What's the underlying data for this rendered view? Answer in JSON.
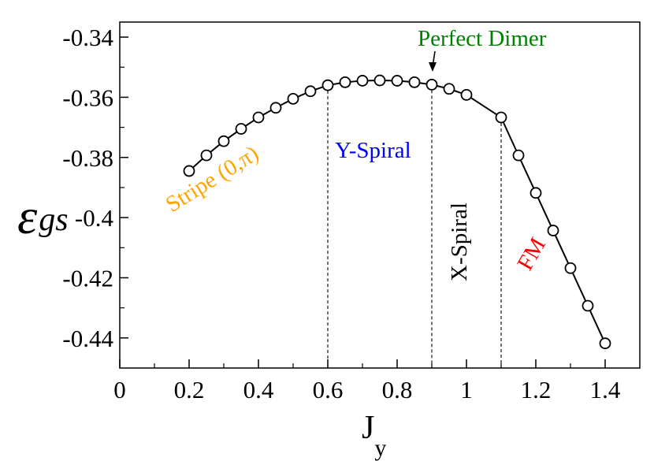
{
  "chart_data": {
    "type": "line",
    "xlabel": {
      "main": "J",
      "sub": "y"
    },
    "ylabel": {
      "main": "ε",
      "sub": "gs"
    },
    "xlim": [
      0,
      1.5
    ],
    "ylim": [
      -0.45,
      -0.335
    ],
    "xticks": [
      0,
      0.2,
      0.4,
      0.6,
      0.8,
      1,
      1.2,
      1.4
    ],
    "xtick_labels": [
      "0",
      "0.2",
      "0.4",
      "0.6",
      "0.8",
      "1",
      "1.2",
      "1.4"
    ],
    "yticks": [
      -0.44,
      -0.42,
      -0.4,
      -0.38,
      -0.36,
      -0.34
    ],
    "ytick_labels": [
      "-0.44",
      "-0.42",
      "-0.4",
      "-0.38",
      "-0.36",
      "-0.34"
    ],
    "series": [
      {
        "x": [
          0.2,
          0.25,
          0.3,
          0.35,
          0.4,
          0.45,
          0.5,
          0.55,
          0.6,
          0.65,
          0.7,
          0.75,
          0.8,
          0.85,
          0.9,
          0.95,
          1.0,
          1.1,
          1.15,
          1.2,
          1.25,
          1.3,
          1.35,
          1.4
        ],
        "y": [
          -0.3845,
          -0.3793,
          -0.3746,
          -0.3705,
          -0.3667,
          -0.3635,
          -0.3605,
          -0.358,
          -0.356,
          -0.355,
          -0.3545,
          -0.3544,
          -0.3545,
          -0.355,
          -0.3558,
          -0.3572,
          -0.3592,
          -0.3667,
          -0.3793,
          -0.3918,
          -0.4043,
          -0.4168,
          -0.4293,
          -0.4418
        ],
        "marker": "open-circle",
        "color": "#000000"
      }
    ],
    "vlines": [
      0.6,
      0.9,
      1.1
    ],
    "annotations": [
      {
        "text": "Stripe (0,π)",
        "color": "#FFA500"
      },
      {
        "text": "Y-Spiral",
        "color": "#0000FF"
      },
      {
        "text": "X-Spiral",
        "color": "#000000"
      },
      {
        "text": "FM",
        "color": "#FF0000"
      },
      {
        "text": "Perfect Dimer",
        "color": "#008000"
      }
    ],
    "grid": false
  }
}
